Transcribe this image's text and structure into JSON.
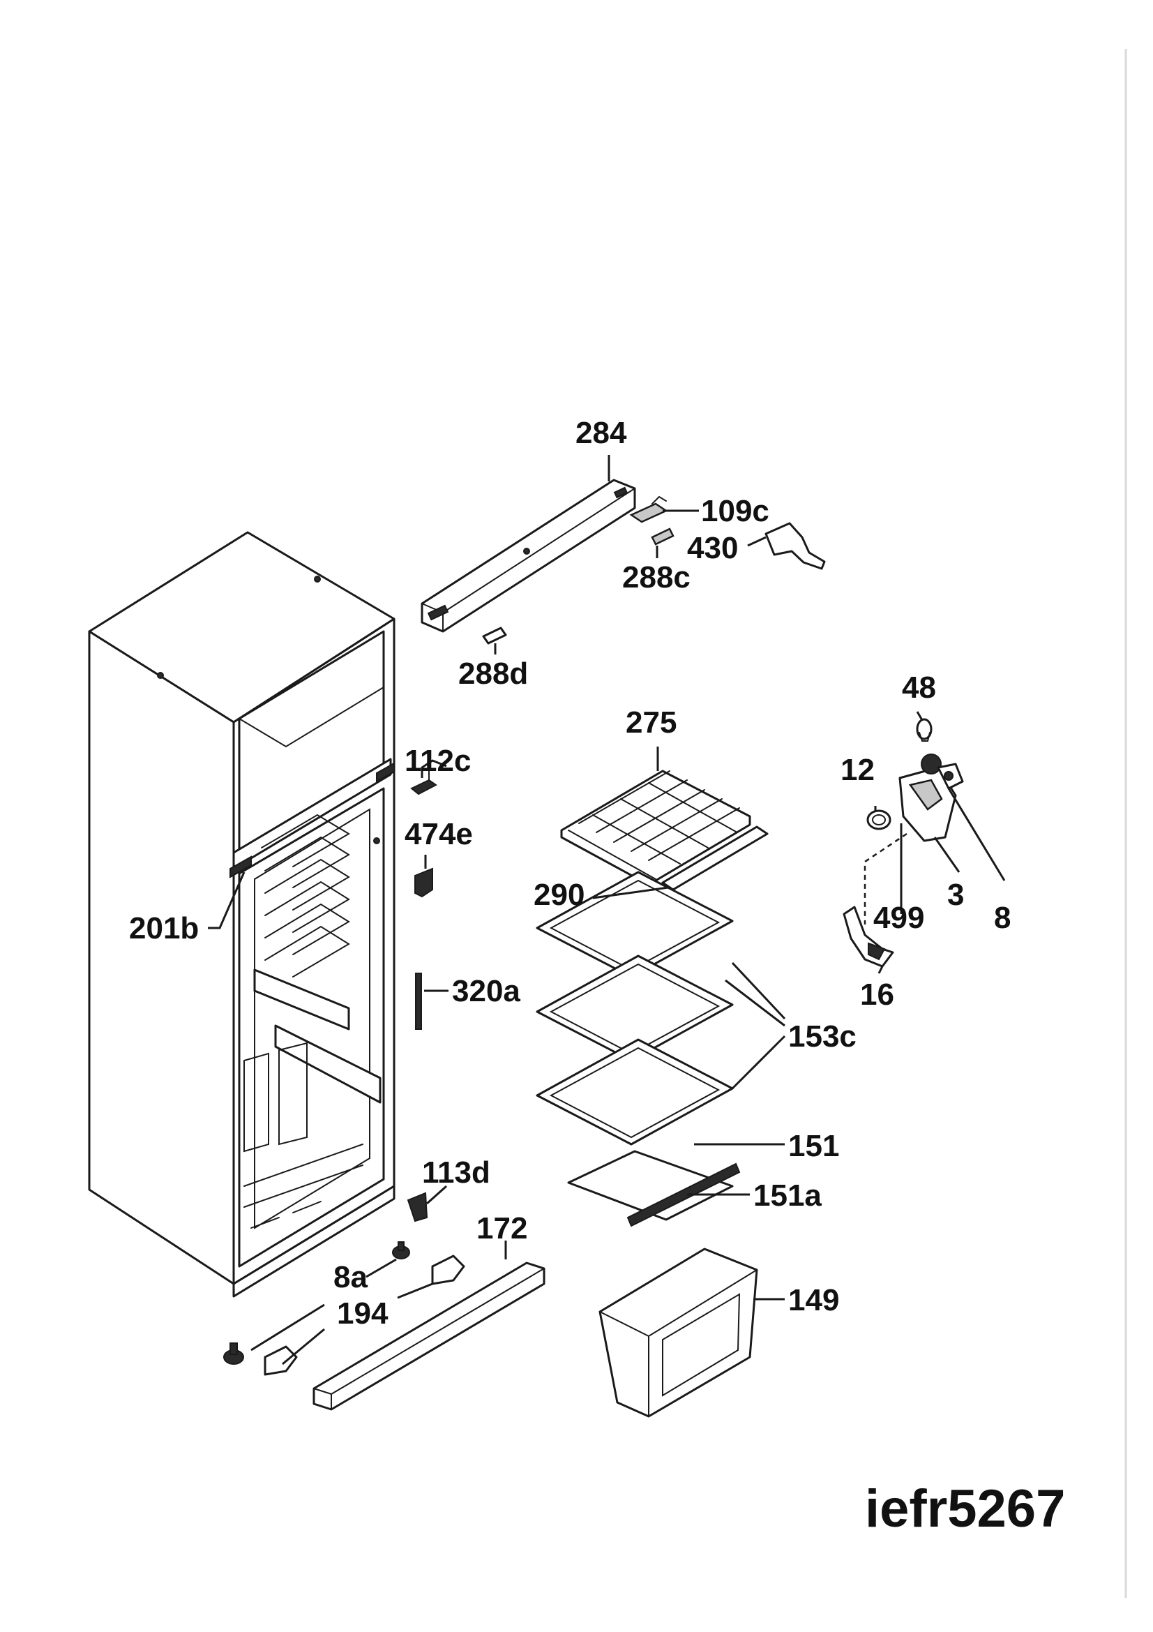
{
  "diagram": {
    "model_code": "iefr5267",
    "callouts": [
      {
        "id": "284",
        "label": "284"
      },
      {
        "id": "109c",
        "label": "109c"
      },
      {
        "id": "430",
        "label": "430"
      },
      {
        "id": "288c",
        "label": "288c"
      },
      {
        "id": "288d",
        "label": "288d"
      },
      {
        "id": "48",
        "label": "48"
      },
      {
        "id": "275",
        "label": "275"
      },
      {
        "id": "112c",
        "label": "112c"
      },
      {
        "id": "12",
        "label": "12"
      },
      {
        "id": "474e",
        "label": "474e"
      },
      {
        "id": "290",
        "label": "290"
      },
      {
        "id": "3",
        "label": "3"
      },
      {
        "id": "499",
        "label": "499"
      },
      {
        "id": "8",
        "label": "8"
      },
      {
        "id": "201b",
        "label": "201b"
      },
      {
        "id": "16",
        "label": "16"
      },
      {
        "id": "320a",
        "label": "320a"
      },
      {
        "id": "153c",
        "label": "153c"
      },
      {
        "id": "151",
        "label": "151"
      },
      {
        "id": "113d",
        "label": "113d"
      },
      {
        "id": "151a",
        "label": "151a"
      },
      {
        "id": "172",
        "label": "172"
      },
      {
        "id": "8a",
        "label": "8a"
      },
      {
        "id": "149",
        "label": "149"
      },
      {
        "id": "194",
        "label": "194"
      }
    ]
  }
}
